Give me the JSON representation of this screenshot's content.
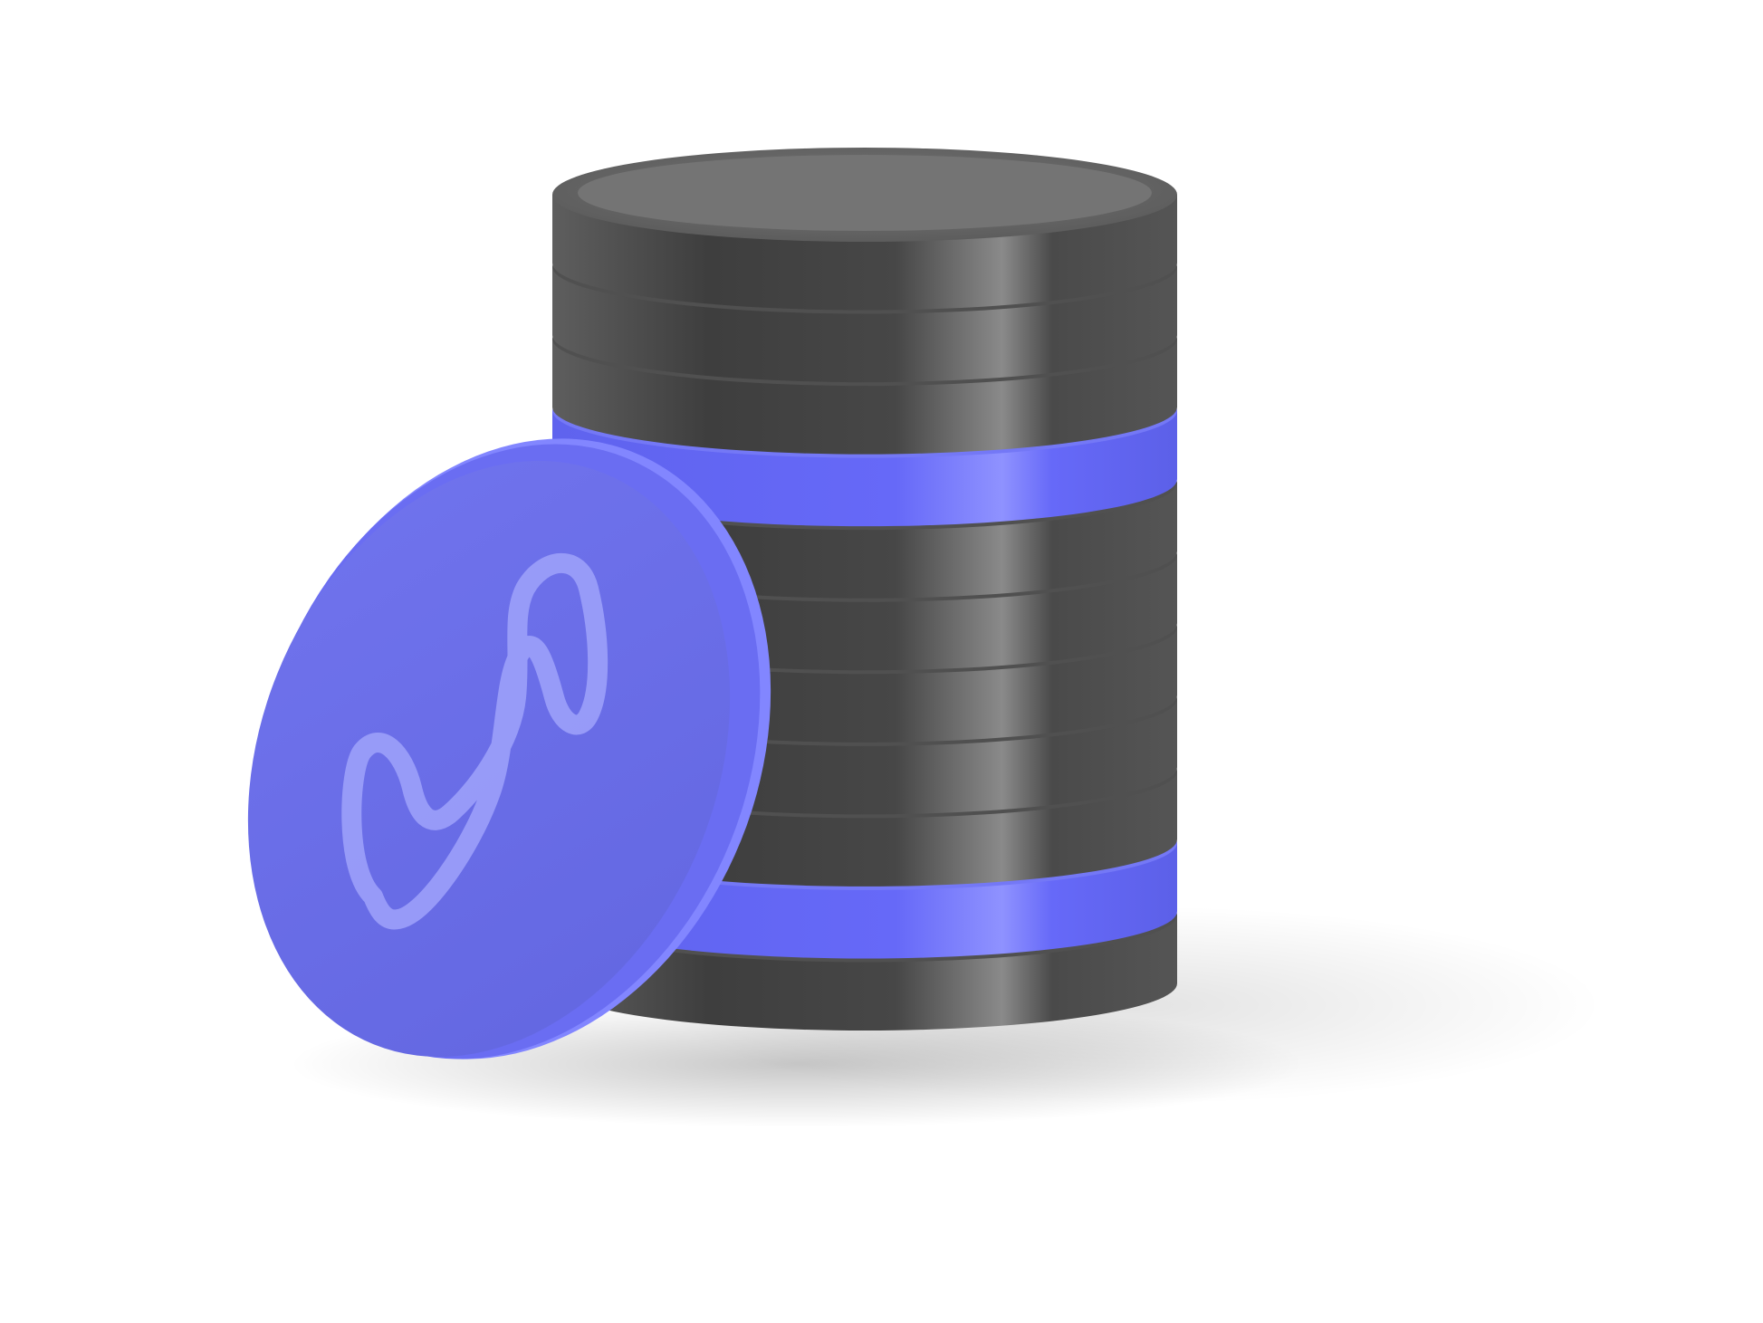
{
  "scene": {
    "subject": "coin-stack-illustration",
    "coin_count_in_stack": 11,
    "accent_coin_positions_from_top": [
      4,
      10
    ],
    "leaning_coin_logo_icon": "wave-s-logo-icon"
  },
  "colors": {
    "background": "#ffffff",
    "dark_coin_side": "#4a4a4a",
    "dark_coin_top": "#6f6f6f",
    "accent_coin_side": "#6a6ef5",
    "accent_coin_face": "#6c6fe8",
    "accent_coin_rim": "#8184ff",
    "logo_stroke": "#9aa0f7"
  }
}
